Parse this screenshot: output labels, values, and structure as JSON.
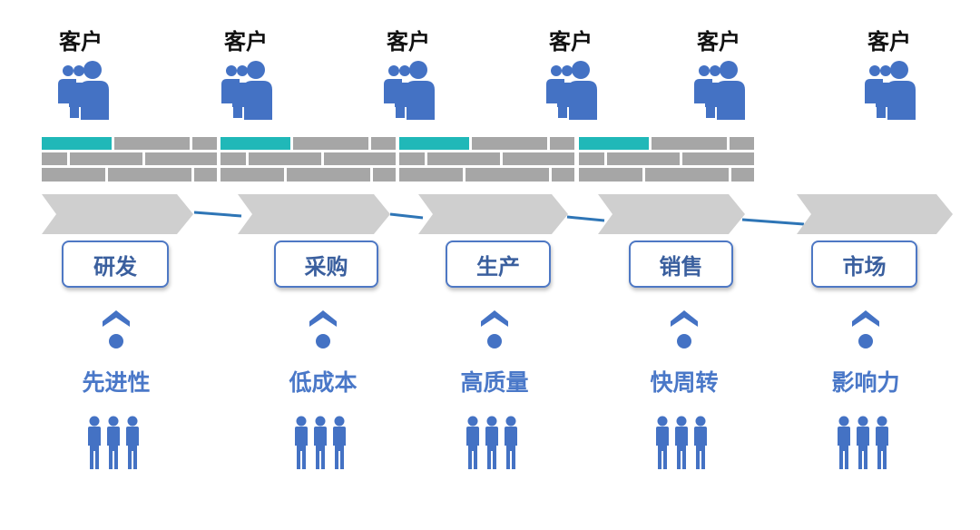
{
  "colors": {
    "icon_blue": "#4472c4",
    "accent_teal": "#20b8b8",
    "brick_gray": "#a6a6a6",
    "arrow_gray": "#cfcfcf",
    "line_blue": "#2e75b6",
    "label_blue": "#4a78c8",
    "stage_text": "#3a5f9e"
  },
  "customers": [
    {
      "label": "客户",
      "icon": "customer-group-icon"
    },
    {
      "label": "客户",
      "icon": "customer-group-icon"
    },
    {
      "label": "客户",
      "icon": "customer-group-icon"
    },
    {
      "label": "客户",
      "icon": "customer-group-icon"
    },
    {
      "label": "客户",
      "icon": "customer-group-icon"
    },
    {
      "label": "客户",
      "icon": "customer-group-icon"
    }
  ],
  "stages": [
    {
      "label": "研发",
      "attribute": "先进性"
    },
    {
      "label": "采购",
      "attribute": "低成本"
    },
    {
      "label": "生产",
      "attribute": "高质量"
    },
    {
      "label": "销售",
      "attribute": "快周转"
    },
    {
      "label": "市场",
      "attribute": "影响力"
    }
  ],
  "icons": {
    "up_marker": "chevron-up-icon",
    "team": "team-people-icon"
  }
}
